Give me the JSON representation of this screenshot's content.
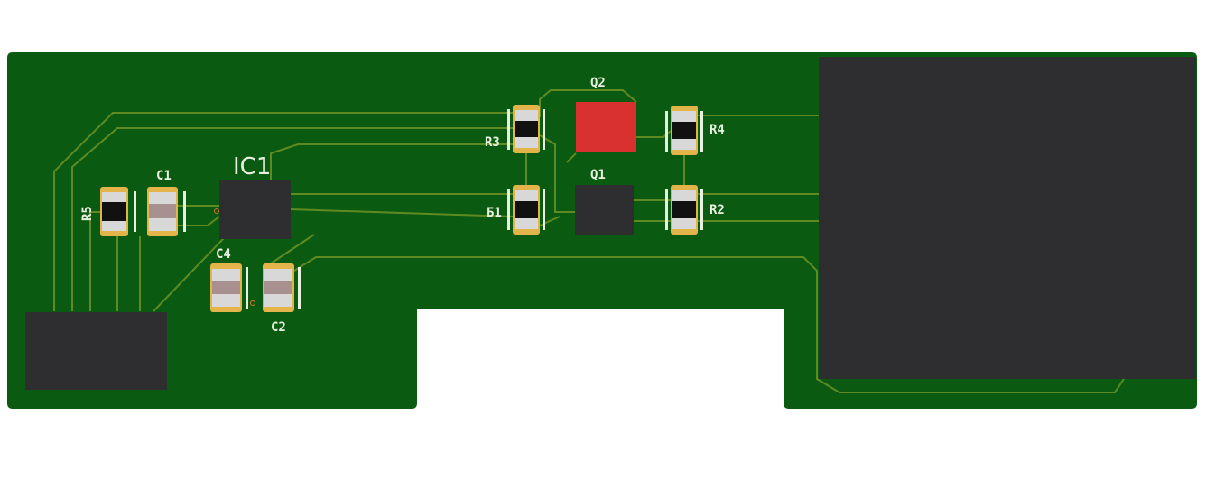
{
  "board": {
    "colors": {
      "substrate": "#0b5a12",
      "trace": "#5f8a22",
      "pad": "#2e2e30",
      "highlight": "#d93030",
      "silk": "#e8f0e0",
      "solder": "#e2b44a"
    },
    "labels": {
      "ic1": "IC1",
      "c1": "C1",
      "r5": "R5",
      "c4": "C4",
      "c2": "C2",
      "q2": "Q2",
      "q1": "Q1",
      "r3": "R3",
      "r4": "R4",
      "r1": "Б1",
      "r2": "R2"
    }
  }
}
